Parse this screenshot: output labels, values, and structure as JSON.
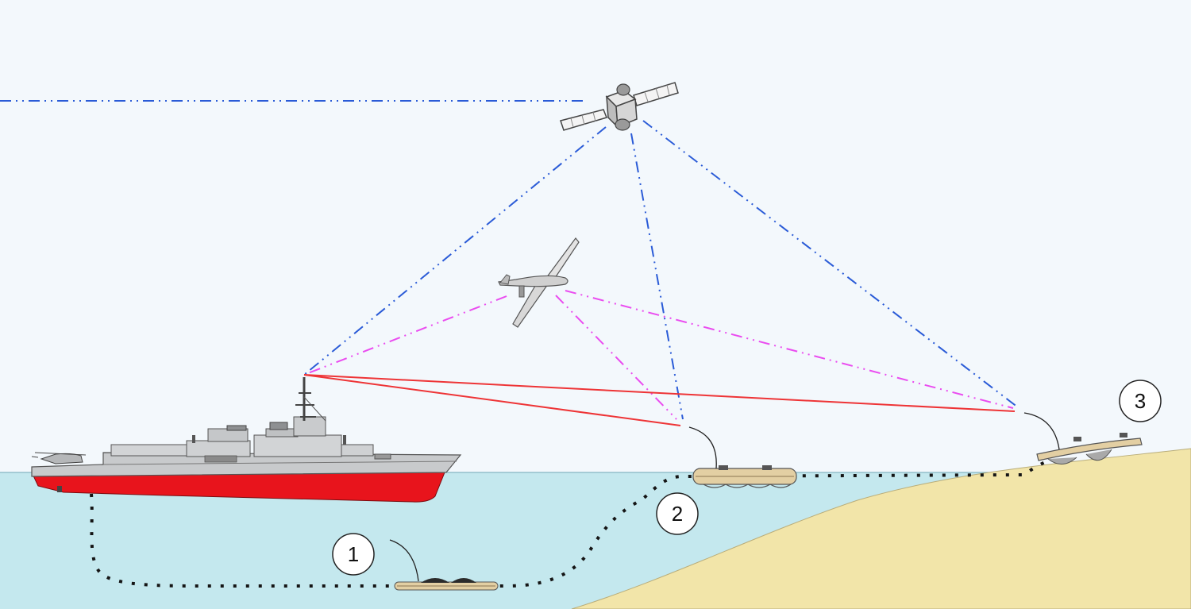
{
  "colors": {
    "sky": "#f3f8fc",
    "sea": "#c4e8ee",
    "sand": "#f2e5a9",
    "satellite_link": "#2a5bd7",
    "uav_link": "#ea4cf0",
    "direct_link": "#ee3436",
    "tether": "#151515",
    "hull_red": "#e8141c",
    "hull_grey": "#c8cacc",
    "vehicle_tan": "#e3cfa3"
  },
  "callouts": [
    {
      "id": "1",
      "label": "1"
    },
    {
      "id": "2",
      "label": "2"
    },
    {
      "id": "3",
      "label": "3"
    }
  ]
}
